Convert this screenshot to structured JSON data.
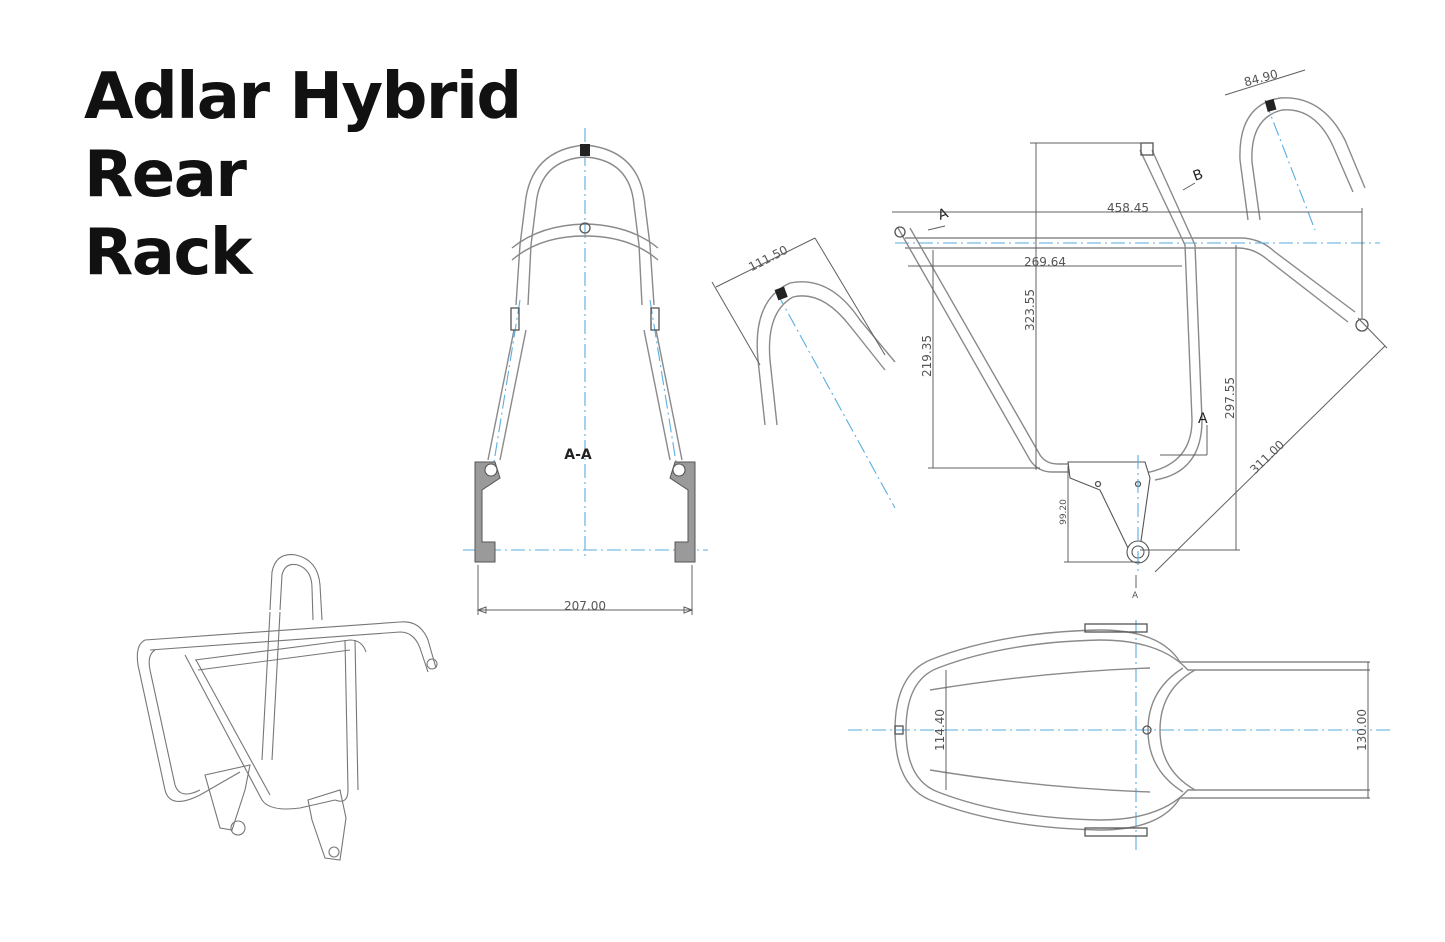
{
  "title": {
    "line1": "Adlar Hybrid",
    "line2": "Rear",
    "line3": "Rack"
  },
  "section_view": {
    "label": "A-A",
    "width_dim": "207.00"
  },
  "bend_detail": {
    "dim": "111.50"
  },
  "bend_detail_b": {
    "dim": "84.90"
  },
  "side_view": {
    "overall_length": "458.45",
    "top_length": "269.64",
    "height_front": "219.35",
    "height_total": "323.55",
    "height_rear": "297.55",
    "diagonal": "311.00",
    "mount_height": "99.20",
    "marker_a": "A",
    "marker_b": "B",
    "marker_a2": "A",
    "marker_a3": "A"
  },
  "top_view": {
    "inner_width": "114.40",
    "outer_width": "130.00"
  },
  "colors": {
    "tube": "#8a8a8a",
    "centerline": "#5aaee0",
    "text": "#111111"
  }
}
